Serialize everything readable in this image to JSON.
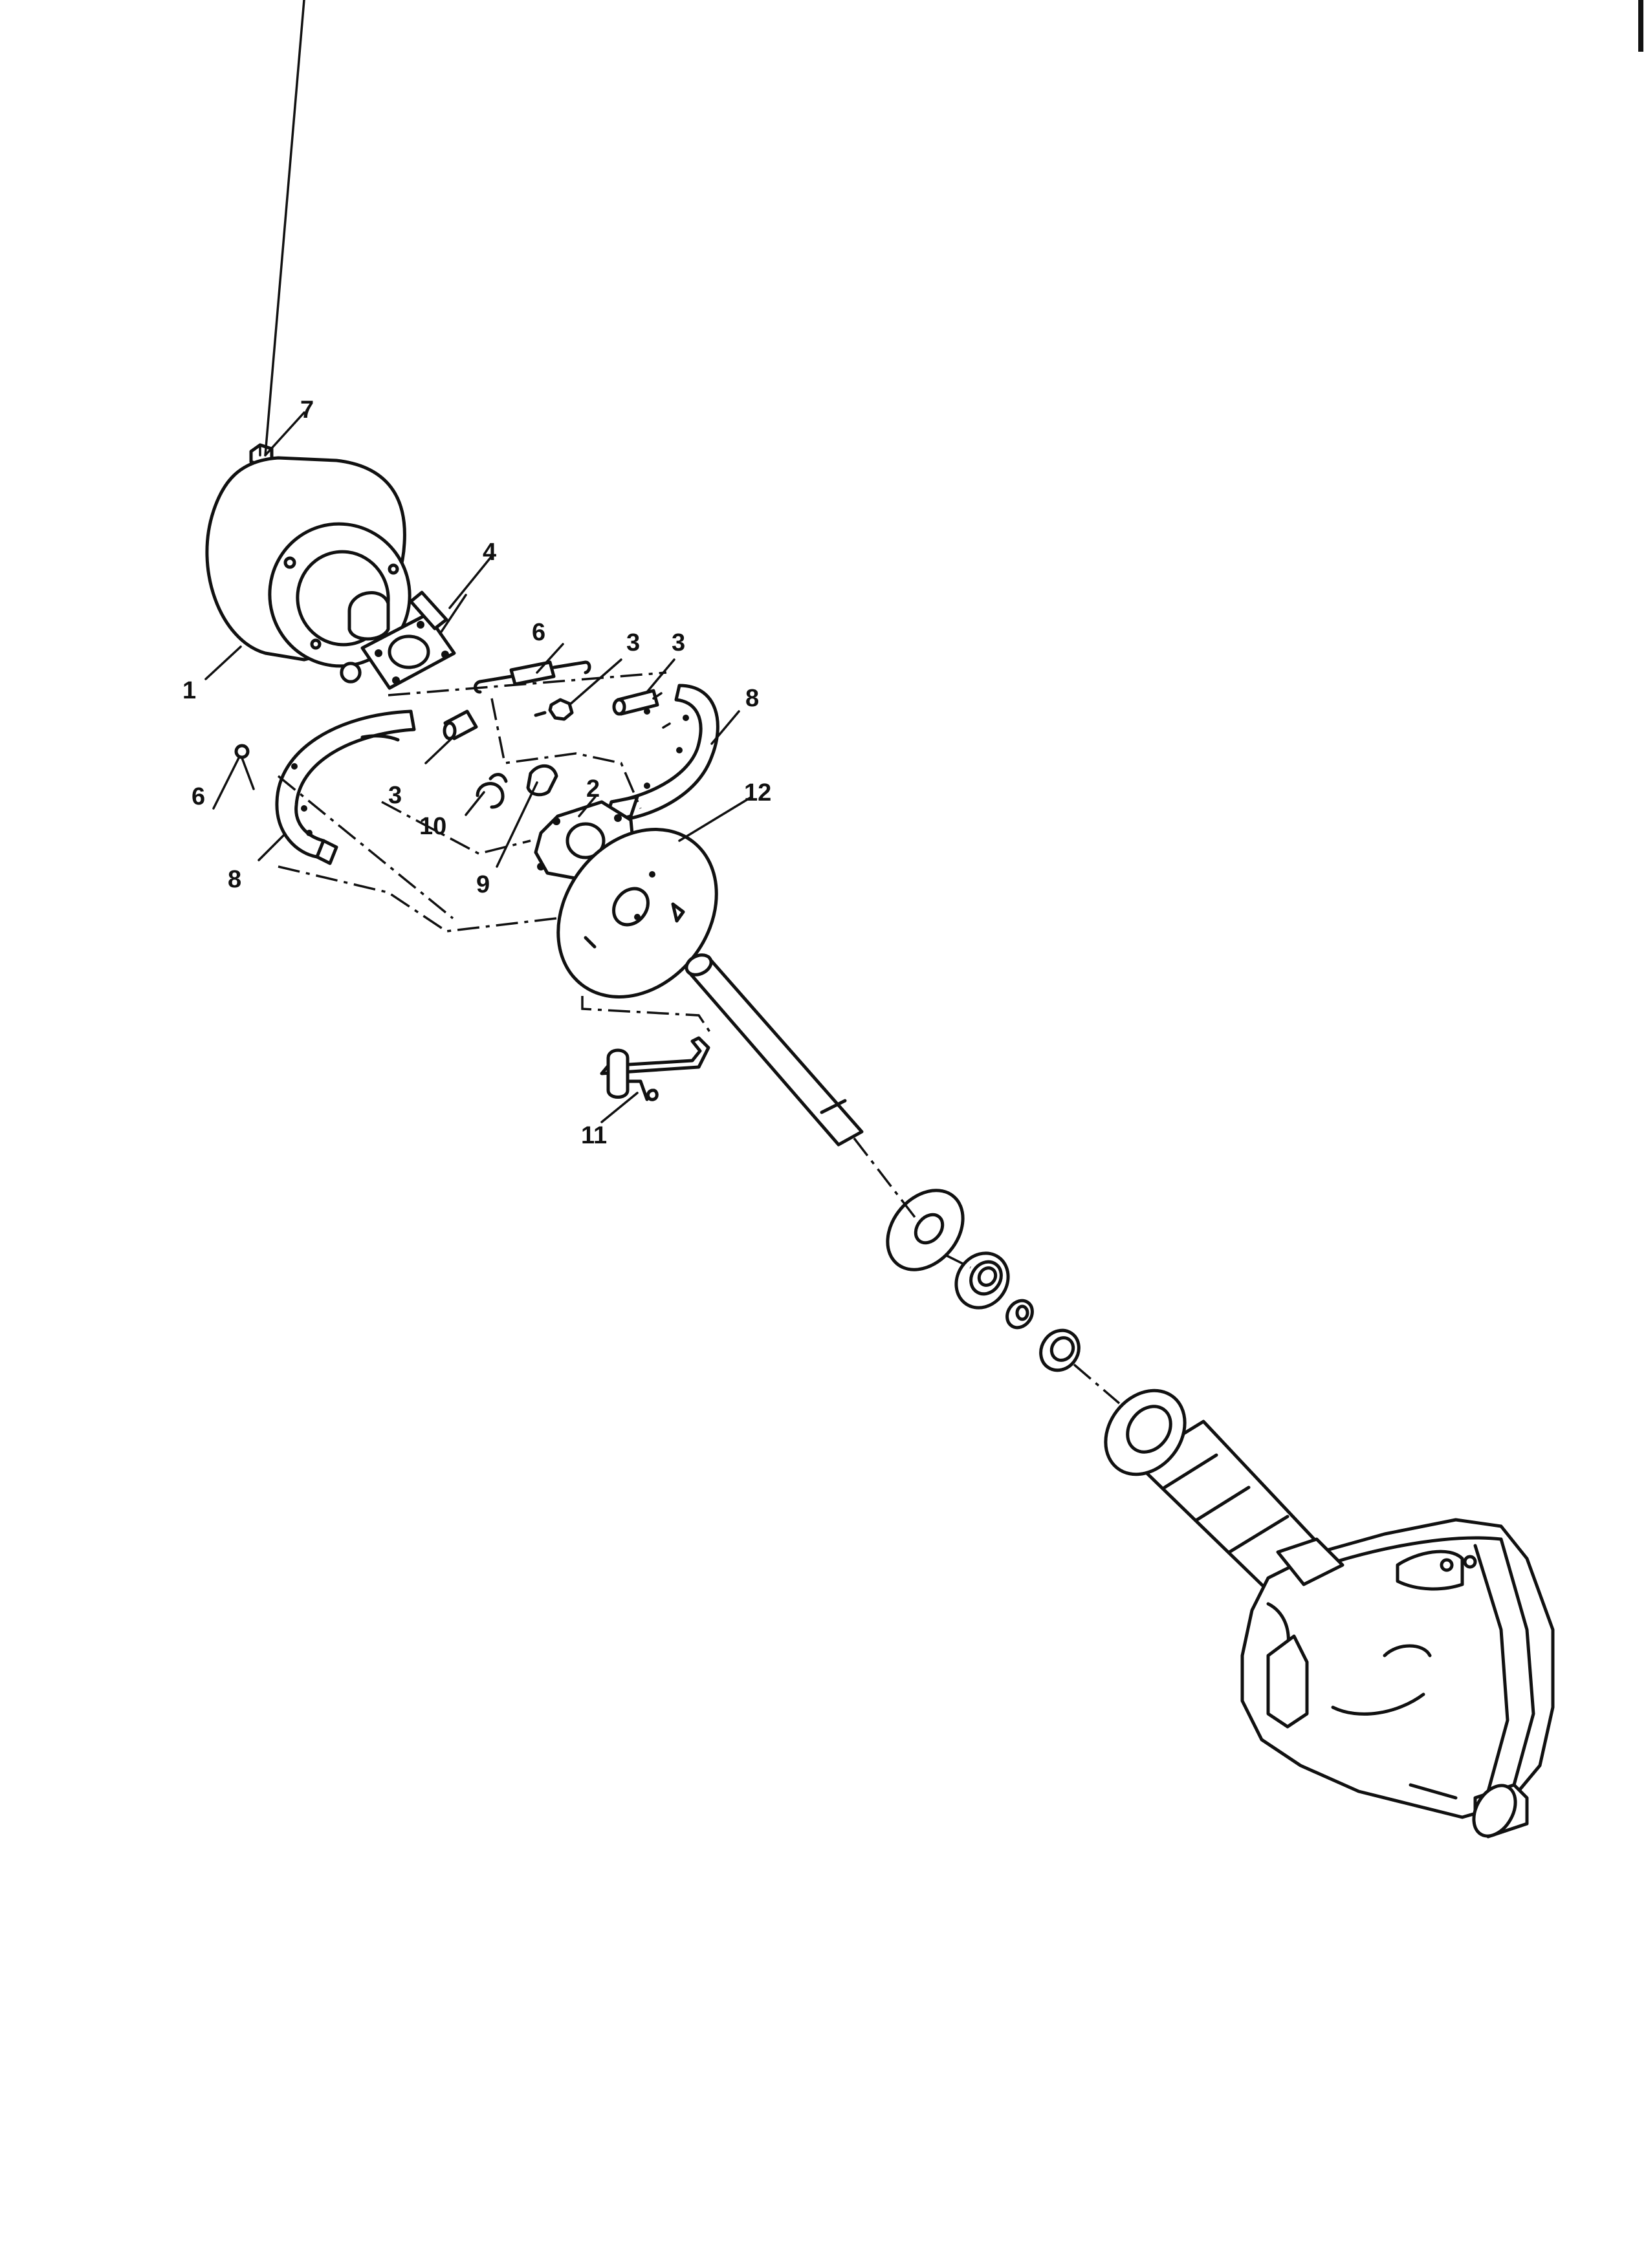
{
  "callouts": [
    {
      "id": "1",
      "text": "1"
    },
    {
      "id": "2",
      "text": "2"
    },
    {
      "id": "3a",
      "text": "3"
    },
    {
      "id": "3b",
      "text": "3"
    },
    {
      "id": "3c",
      "text": "3"
    },
    {
      "id": "4",
      "text": "4"
    },
    {
      "id": "6a",
      "text": "6"
    },
    {
      "id": "6b",
      "text": "6"
    },
    {
      "id": "7",
      "text": "7"
    },
    {
      "id": "8a",
      "text": "8"
    },
    {
      "id": "8b",
      "text": "8"
    },
    {
      "id": "9",
      "text": "9"
    },
    {
      "id": "10",
      "text": "10"
    },
    {
      "id": "11",
      "text": "11"
    },
    {
      "id": "12",
      "text": "12"
    }
  ]
}
